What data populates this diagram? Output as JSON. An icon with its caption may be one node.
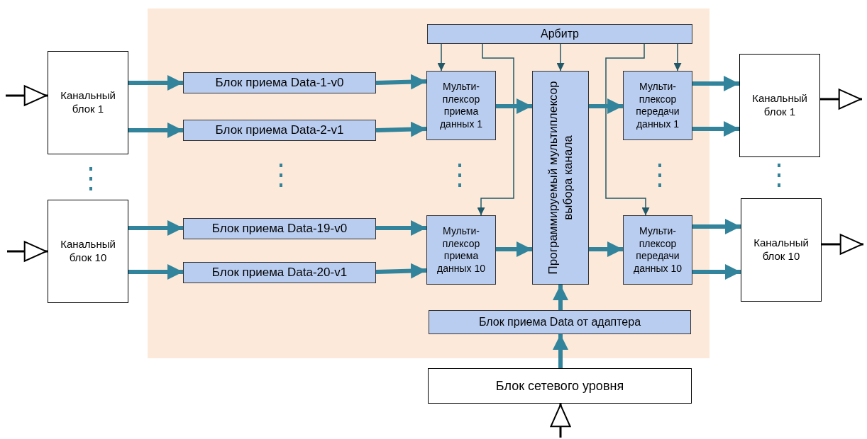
{
  "diagram": {
    "nodes": [
      {
        "text": [
          "Канальный блок 1"
        ]
      },
      {
        "text": [
          "Канальный блок 10"
        ]
      },
      {
        "text": [],
        "shape": "box"
      },
      {
        "text": [
          "Арбитр"
        ],
        "in": 2
      },
      {
        "text": [
          "Блок приема Data-1-v0"
        ],
        "in": 2
      },
      {
        "text": [
          "Блок приема Data-2-v1"
        ],
        "in": 2
      },
      {
        "text": [
          "Блок приема Data-19-v0"
        ],
        "in": 2
      },
      {
        "text": [
          "Блок приема Data-20-v1"
        ],
        "in": 2
      },
      {
        "text": [
          "Мульти- плексор приема данных 1"
        ],
        "in": 2
      },
      {
        "text": [
          "Мульти- плексор приема данных 10"
        ],
        "in": 2
      },
      {
        "text": [
          "Программируемый мультиплексор выбора канала"
        ],
        "in": 2
      },
      {
        "text": [
          "Мульти- плексор передачи данных 1"
        ],
        "in": 2
      },
      {
        "text": [
          "Мульти- плексор передачи данных 10"
        ],
        "in": 2
      },
      {
        "text": [
          "Блок приема Data от адаптера"
        ],
        "in": 2
      },
      {
        "text": [
          "Канальный блок 1"
        ]
      },
      {
        "text": [
          "Канальный блок 10"
        ]
      },
      {
        "text": [
          "Блок сетевого уровня"
        ]
      }
    ],
    "edges": [
      {
        "from": null,
        "to": 0,
        "arrow": "to",
        "color": "#000000"
      },
      {
        "from": null,
        "to": 1,
        "arrow": "to",
        "color": "#000000"
      },
      {
        "from": 0,
        "to": 4,
        "arrow": "to"
      },
      {
        "from": 0,
        "to": 5,
        "arrow": "to"
      },
      {
        "from": 1,
        "to": 6,
        "arrow": "to"
      },
      {
        "from": 1,
        "to": 7,
        "arrow": "to"
      },
      {
        "from": 4,
        "to": 8,
        "arrow": "to"
      },
      {
        "from": 5,
        "to": 8,
        "arrow": "to"
      },
      {
        "from": 6,
        "to": 9,
        "arrow": "to"
      },
      {
        "from": 7,
        "to": 9,
        "arrow": "to"
      },
      {
        "from": 3,
        "to": 8,
        "arrow": "to",
        "color": "#215968"
      },
      {
        "from": 3,
        "to": 9,
        "arrow": "to",
        "color": "#215968"
      },
      {
        "from": 3,
        "to": 10,
        "arrow": "to",
        "color": "#215968"
      },
      {
        "from": 3,
        "to": 11,
        "arrow": "to",
        "color": "#215968"
      },
      {
        "from": 3,
        "to": 12,
        "arrow": "to",
        "color": "#215968"
      },
      {
        "from": 8,
        "to": 10,
        "arrow": "to"
      },
      {
        "from": 9,
        "to": 10,
        "arrow": "to"
      },
      {
        "from": 10,
        "to": 11,
        "arrow": "to"
      },
      {
        "from": 10,
        "to": 12,
        "arrow": "to"
      },
      {
        "from": 11,
        "to": 14,
        "arrow": "to"
      },
      {
        "from": 11,
        "to": 14,
        "arrow": "to"
      },
      {
        "from": 12,
        "to": 15,
        "arrow": "to"
      },
      {
        "from": 12,
        "to": 15,
        "arrow": "to"
      },
      {
        "from": 14,
        "to": null,
        "arrow": "to",
        "color": "#000000"
      },
      {
        "from": 15,
        "to": null,
        "arrow": "to",
        "color": "#000000"
      },
      {
        "from": 13,
        "to": 10,
        "arrow": "to"
      },
      {
        "from": 16,
        "to": 13,
        "arrow": "to"
      },
      {
        "from": null,
        "to": 16,
        "arrow": "to",
        "color": "#000000"
      }
    ]
  }
}
